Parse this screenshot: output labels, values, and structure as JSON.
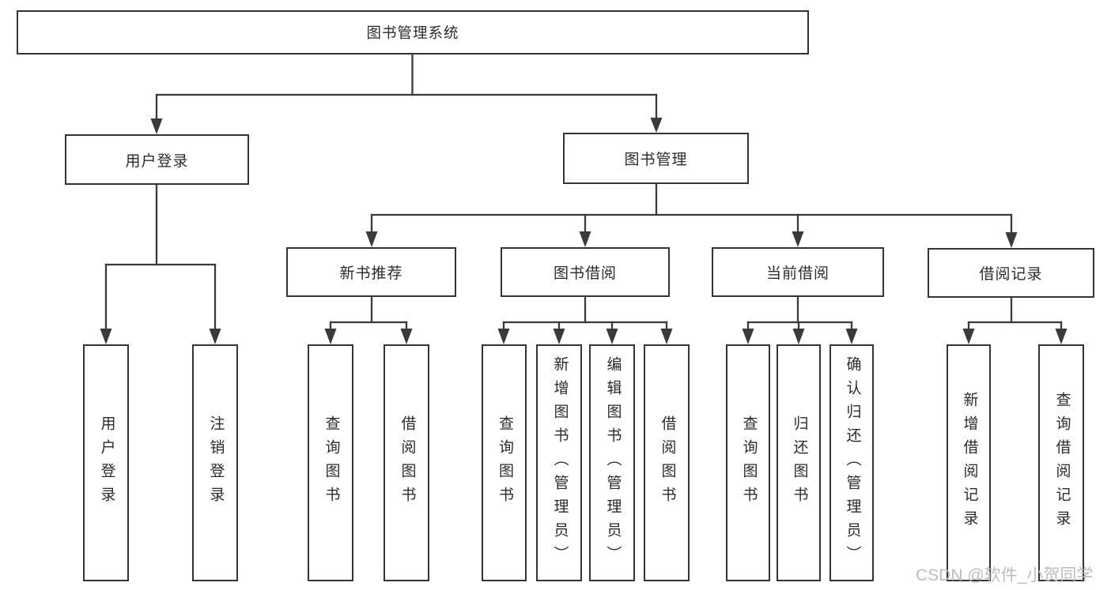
{
  "colors": {
    "line": "#3a3a3a",
    "border": "#343434",
    "text": "#2b2b2b",
    "watermark": "#bdbdbd",
    "background": "#ffffff"
  },
  "watermark": {
    "text": "CSDN @软件_小贺同学"
  },
  "tree": {
    "root": {
      "label": "图书管理系统"
    },
    "branches": [
      {
        "label": "用户登录",
        "leaves": [
          {
            "label": "用户登录"
          },
          {
            "label": "注销登录"
          }
        ]
      },
      {
        "label": "图书管理",
        "groups": [
          {
            "label": "新书推荐",
            "leaves": [
              {
                "label": "查询图书"
              },
              {
                "label": "借阅图书"
              }
            ]
          },
          {
            "label": "图书借阅",
            "leaves": [
              {
                "label": "查询图书"
              },
              {
                "label": "新增图书（管理员）"
              },
              {
                "label": "编辑图书（管理员）"
              },
              {
                "label": "借阅图书"
              }
            ]
          },
          {
            "label": "当前借阅",
            "leaves": [
              {
                "label": "查询图书"
              },
              {
                "label": "归还图书"
              },
              {
                "label": "确认归还（管理员）"
              }
            ]
          },
          {
            "label": "借阅记录",
            "leaves": [
              {
                "label": "新增借阅记录"
              },
              {
                "label": "查询借阅记录"
              }
            ]
          }
        ]
      }
    ]
  }
}
